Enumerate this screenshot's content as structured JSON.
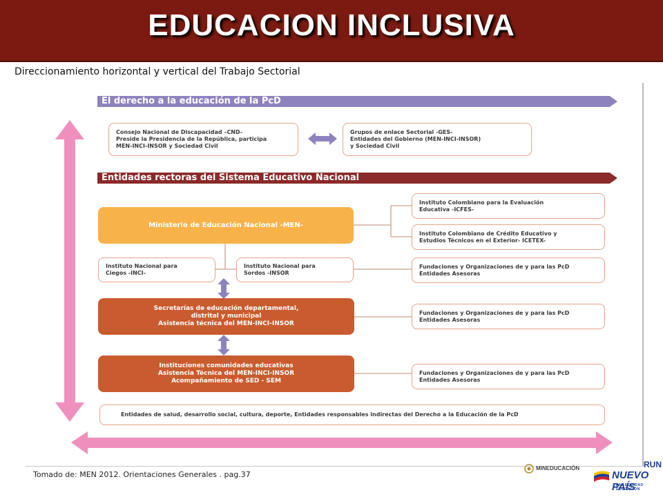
{
  "title": "EDUCACION INCLUSIVA",
  "subtitle": "Direccionamiento horizontal y vertical del Trabajo Sectorial",
  "banners": {
    "rights": "El derecho a la educación de la PcD",
    "entities": "Entidades rectoras del Sistema Educativo Nacional"
  },
  "boxes": {
    "cnd": [
      "Consejo Nacional de Discapacidad –CND-",
      "Preside la Presidencia de la República, participa",
      "MEN-INCI-INSOR y Sociedad Civil"
    ],
    "ges": [
      "Grupos de enlace Sectorial -GES-",
      "Entidades del Gobierno (MEN-INCI-INSOR)",
      "y Sociedad Civil"
    ],
    "men": "Ministerio de Educación Nacional -MEN-",
    "icfes": [
      "Instituto Colombiano para la Evaluación",
      "Educativa -ICFES-"
    ],
    "icetex": [
      "Instituto Colombiano de Crédito Educativo y",
      "Estudios Técnicos en el Exterior- ICETEX-"
    ],
    "inci": [
      "Instituto Nacional para",
      "Ciegos -INCI-"
    ],
    "insor": [
      "Instituto Nacional para",
      "Sordos -INSOR"
    ],
    "fundaciones1": [
      "Fundaciones y Organizaciones de y para las PcD",
      "Entidades Asesoras"
    ],
    "secretarias": [
      "Secretarías de educación departamental,",
      "distrital y municipal",
      "Asistencia técnica del MEN-INCI-INSOR"
    ],
    "fundaciones2": [
      "Fundaciones y Organizaciones de y para las PcD",
      "Entidades Asesoras"
    ],
    "instituciones": [
      "Instituciones comunidades educativas",
      "Asistencia Técnica del MEN-INCI-INSOR",
      "Acompañamiento de SED - SEM"
    ],
    "fundaciones3": [
      "Fundaciones y Organizaciones de y para las PcD",
      "Entidades Asesoras"
    ],
    "salud": "Entidades de salud, desarrollo social, cultura, deporte, Entidades responsables indirectas del Derecho a la Educación de la PcD"
  },
  "footer": "Tomado de:  MEN 2012. Orientaciones Generales . pag.37",
  "logos": {
    "mineducacion": "MINEDUCACIÓN",
    "prosperidad_top": "RUN",
    "prosperidad_main": "NUEVO PAÍS",
    "prosperidad_tagline": "PAZ  EQUIDAD  EDUCACIÓN"
  },
  "colors": {
    "title_bar": "#7a1a10",
    "banner_purple": "#8e82be",
    "banner_maroon": "#8a2a2a",
    "men_box": "#f7b24a",
    "orange_box": "#c95c2f",
    "pink_arrow": "#ef8fbd",
    "purple_arrow": "#8e82be",
    "box_border": "#e4a58a"
  }
}
